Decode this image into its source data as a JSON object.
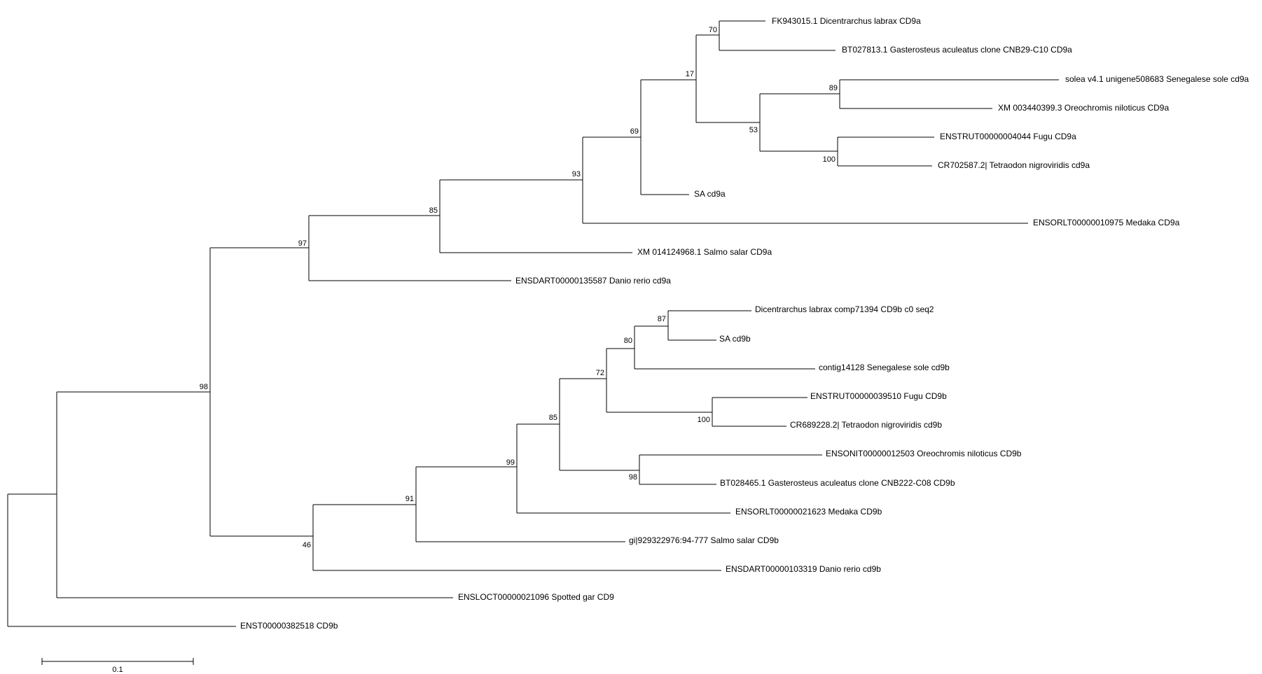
{
  "tree": {
    "leaves": {
      "fk943015": "FK943015.1 Dicentrarchus labrax CD9a",
      "bt027813": "BT027813.1 Gasterosteus aculeatus clone CNB29-C10 CD9a",
      "solea": "solea v4.1 unigene508683 Senegalese sole cd9a",
      "xm003440399": "XM 003440399.3 Oreochromis niloticus CD9a",
      "enstrut4044": "ENSTRUT00000004044 Fugu CD9a",
      "cr702587": "CR702587.2| Tetraodon nigroviridis cd9a",
      "sa_cd9a": "SA cd9a",
      "ensorlt10975": "ENSORLT00000010975 Medaka CD9a",
      "xm014124968": "XM 014124968.1 Salmo salar CD9a",
      "ensdart135587": "ENSDART00000135587 Danio rerio cd9a",
      "dl_comp71394": "Dicentrarchus labrax comp71394 CD9b c0 seq2",
      "sa_cd9b": "SA cd9b",
      "contig14128": "contig14128 Senegalese sole cd9b",
      "enstrut39510": "ENSTRUT00000039510 Fugu CD9b",
      "cr689228": "CR689228.2| Tetraodon nigroviridis cd9b",
      "ensonit12503": "ENSONIT00000012503 Oreochromis niloticus CD9b",
      "bt028465": "BT028465.1 Gasterosteus aculeatus clone CNB222-C08 CD9b",
      "ensorlt21623": "ENSORLT00000021623 Medaka CD9b",
      "gi929322976": "gi|929322976:94-777 Salmo salar CD9b",
      "ensdart103319": "ENSDART00000103319 Danio rerio cd9b",
      "ensloct21096": "ENSLOCT00000021096 Spotted gar CD9",
      "enst382518": "ENST00000382518 CD9b"
    },
    "bootstrap": {
      "n70": "70",
      "n17": "17",
      "n89": "89",
      "n53": "53",
      "n100a": "100",
      "n69": "69",
      "n93": "93",
      "n85a": "85",
      "n97": "97",
      "n98a": "98",
      "n87": "87",
      "n80": "80",
      "n72": "72",
      "n100b": "100",
      "n85b": "85",
      "n98b": "98",
      "n99": "99",
      "n91": "91",
      "n46": "46"
    },
    "scale_bar": {
      "label": "0.1"
    }
  }
}
